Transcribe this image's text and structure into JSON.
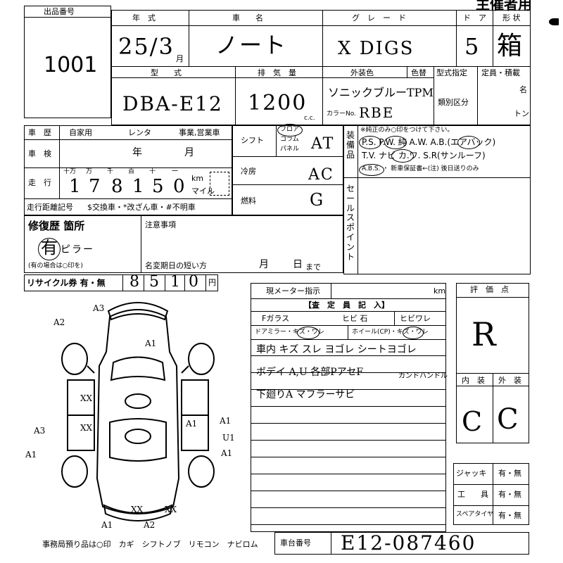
{
  "header": {
    "title": "主催者用",
    "lot_label": "出品番号",
    "lot_number": "1001",
    "col_year": "年　式",
    "col_name": "車　　名",
    "col_grade": "グ　レ　ー　ド",
    "col_doors": "ド　ア",
    "col_shape": "形 状"
  },
  "vehicle": {
    "year": "25/3",
    "month_unit": "月",
    "name": "ノート",
    "grade": "X DIGS",
    "doors": "5",
    "shape": "箱",
    "model_label": "型　　式",
    "model": "DBA-E12",
    "displacement_label": "排　気　量",
    "displacement": "1200",
    "cc_unit": "c.c.",
    "exterior_color_label": "外装色",
    "color_change_label": "色替",
    "exterior_color": "ソニックブルーTPM",
    "color_no_label": "カラーNo.",
    "color_no": "RBE",
    "type_designation_label": "型式指定",
    "class_label": "類別区分",
    "capacity_label": "定員・積載",
    "capacity_unit_persons": "名",
    "capacity_unit_tons": "トン"
  },
  "history": {
    "usage_label": "車　歴",
    "usage_options": [
      "自家用",
      "レンタ",
      "事業,営業車"
    ],
    "inspection_label": "車　検",
    "year_unit": "年",
    "month_unit": "月",
    "mileage_label": "走　行",
    "mileage_digit_units": [
      "十万",
      "万",
      "千",
      "百",
      "十",
      "一"
    ],
    "mileage_digits": [
      "1",
      "7",
      "8",
      "1",
      "5",
      "0"
    ],
    "km_unit": "km",
    "mile_unit": "マイル",
    "mileage_record_label": "走行距離記号",
    "mileage_record_text": "$交換車・*改ざん車・#不明車"
  },
  "specs": {
    "shift_label": "シフト",
    "shift_options": [
      "フロア",
      "コラム",
      "パネル"
    ],
    "shift": "AT",
    "ac_label": "冷房",
    "ac": "AC",
    "fuel_label": "燃料",
    "fuel": "G"
  },
  "equipment": {
    "label": "装備品",
    "note": "※純正のみ○印をつけて下さい。",
    "row1": "P.S.  P.W.  純 A.W.  A.B.(エアバック)",
    "row2": "T.V.  ナビ  カ.ワ.  S.R(サンルーフ)",
    "row3": "A.B.S.  ・  新車保証書←(注) 後日送りのみ",
    "sales_point_label": "セールスポイント"
  },
  "repair": {
    "label": "修復歴 箇所",
    "value": "有",
    "detail": "ピラー",
    "note": "(有の場合は○印を)",
    "caution_label": "注意事項",
    "registration_label": "名変期日の短い方",
    "month_unit": "月",
    "day_unit": "日",
    "until": "まで"
  },
  "recycle": {
    "label": "リサイクル券 有・無",
    "digits": [
      "8",
      "5",
      "1",
      "0"
    ],
    "unit": "円"
  },
  "meter": {
    "label": "現メーター指示",
    "unit": "km"
  },
  "inspector": {
    "header": "【査　定　員　記　入】",
    "glass_label": "Fガラス",
    "glass_options": "ヒビ 石",
    "glass_crack": "ヒビワレ",
    "mirror_label": "ドアミラー・キズ・ワレ",
    "wheel_label": "ホイール(CP)・キズ・ワレ",
    "notes": [
      "車内 キズ スレ ヨゴレ シートヨゴレ",
      "ボデイ A,U 各部PアセF",
      "下廻りA マフラーサビ",
      "カンドハンドル"
    ]
  },
  "grade": {
    "label": "評　価　点",
    "score": "R",
    "interior_label": "内　装",
    "exterior_label": "外　装",
    "interior": "C",
    "exterior": "C"
  },
  "accessories": [
    {
      "label": "ジャッキ",
      "value": "有・無"
    },
    {
      "label": "工　　具",
      "value": "有・無"
    },
    {
      "label": "スペアタイヤ",
      "value": "有・無"
    }
  ],
  "footer": {
    "office_items": "事務局預り品は○印　カギ　シフトノブ　リモコン　ナビロム",
    "chassis_label": "車台番号",
    "chassis": "E12-087460"
  },
  "diagram_marks": [
    "A2",
    "A3",
    "A1",
    "A3",
    "A1",
    "A1",
    "U1",
    "A1",
    "A1",
    "A2",
    "XX",
    "XX",
    "XX",
    "XX",
    "A1"
  ]
}
